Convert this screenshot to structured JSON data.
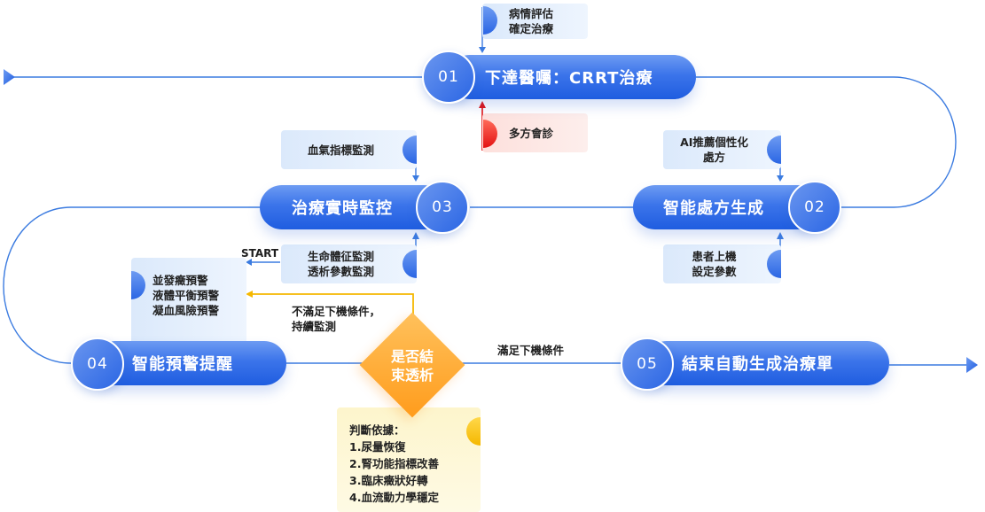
{
  "colors": {
    "primary_blue": "#2b66e4",
    "line_blue": "#3b7be0",
    "alert_red": "#e31212",
    "decision_orange": "#ff9c1c",
    "loop_yellow": "#f5b800"
  },
  "steps": [
    {
      "number": "01",
      "label": "下達醫囑：CRRT治療"
    },
    {
      "number": "02",
      "label": "智能處方生成"
    },
    {
      "number": "03",
      "label": "治療實時監控"
    },
    {
      "number": "04",
      "label": "智能預警提醒"
    },
    {
      "number": "05",
      "label": "結束自動生成治療單"
    }
  ],
  "notes": {
    "step1_input_top": "病情評估\n確定治療",
    "step1_input_bottom": "多方會診",
    "step2_input_top": "AI推薦個性化\n處方",
    "step2_input_bottom": "患者上機\n設定參數",
    "step3_input_top": "血氣指標監測",
    "step3_input_bottom": "生命體征監測\n透析參數監測",
    "step4_alerts": "並發癥預警\n液體平衡預警\n凝血風險預警",
    "criteria": "判斷依據：\n1.尿量恢復\n2.腎功能指標改善\n3.臨床癥狀好轉\n4.血流動力學穩定"
  },
  "decision": {
    "label": "是否結\n束透析",
    "no_branch": "不滿足下機條件，\n持續監測",
    "yes_branch": "滿足下機條件"
  },
  "start_label": "START",
  "icons": {
    "entry": "triangle-right-arrow",
    "exit": "triangle-right-arrow"
  }
}
